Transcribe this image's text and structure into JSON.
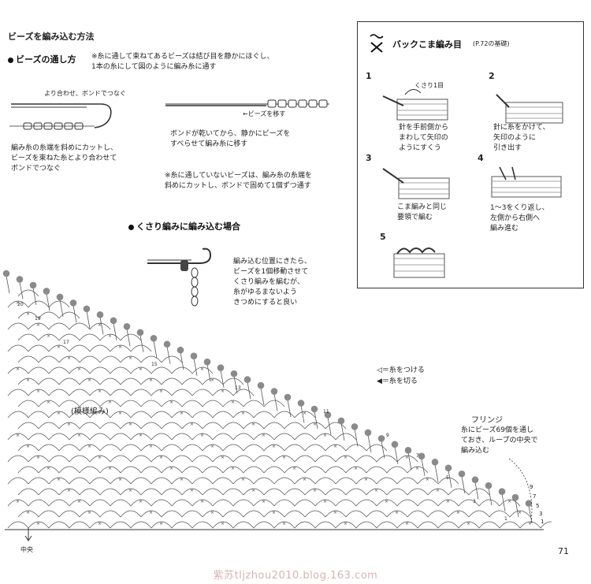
{
  "section_title": "ビーズを編み込む方法",
  "bead_threading": {
    "heading": "ビーズの通し方",
    "note_top": "※糸に通して束ねてあるビーズは結び目を静かにほぐし、\n1本の糸にして図のように編み糸に通す",
    "twist_label": "より合わせ、ボンドでつなぐ",
    "move_beads_label": "←ビーズを移す",
    "cut_instruction": "編み糸の糸端を斜めにカットし、\nビーズを束ねた糸とより合わせて\nボンドでつなぐ",
    "dry_instruction": "ボンドが乾いてから、静かにビーズを\nすべらせて編み糸に移す",
    "loose_beads_note": "※糸に通していないビーズは、編み糸の糸端を\n斜めにカットし、ボンドで固めて1個ずつ通す"
  },
  "chain_beads": {
    "heading": "くさり編みに編み込む場合",
    "instruction": "編み込む位置にきたら、\nビーズを1個移動させて\nくさり編みを編むが、\n糸がゆるまないよう\nきつめにすると良い"
  },
  "back_crochet_box": {
    "title": "バックこま編み目",
    "ref": "(P.72の基礎)",
    "steps": [
      {
        "num": "1",
        "label": "くさり1目",
        "text": "針を手前側から\nまわして矢印の\nようにすくう"
      },
      {
        "num": "2",
        "text": "針に糸をかけて、\n矢印のように\n引き出す"
      },
      {
        "num": "3",
        "text": "こま編みと同じ\n要領で編む"
      },
      {
        "num": "4",
        "text": "1〜3をくり返し、\n左側から右側へ\n編み進む"
      },
      {
        "num": "5",
        "text": ""
      }
    ]
  },
  "diagram": {
    "pattern_label": "(模様編み)",
    "legend_attach": "＝糸をつける",
    "legend_cut": "＝糸を切る",
    "fringe_title": "フリンジ",
    "fringe_text": "糸にビーズ69個を通し\nておき、ループの中央で\n編み込む",
    "center_label": "中央",
    "row_numbers": [
      "20",
      "19",
      "17",
      "15",
      "13",
      "11",
      "9",
      "7",
      "5",
      "3",
      "1"
    ],
    "edge_numbers": [
      "9",
      "7",
      "5",
      "3",
      "1"
    ]
  },
  "page_number": "71",
  "watermark": "紫苏tljzhou2010.blog.163.com",
  "colors": {
    "ink": "#222222",
    "bead": "#8a8a8a",
    "line": "#555555",
    "watermark": "#d7b3b3"
  }
}
